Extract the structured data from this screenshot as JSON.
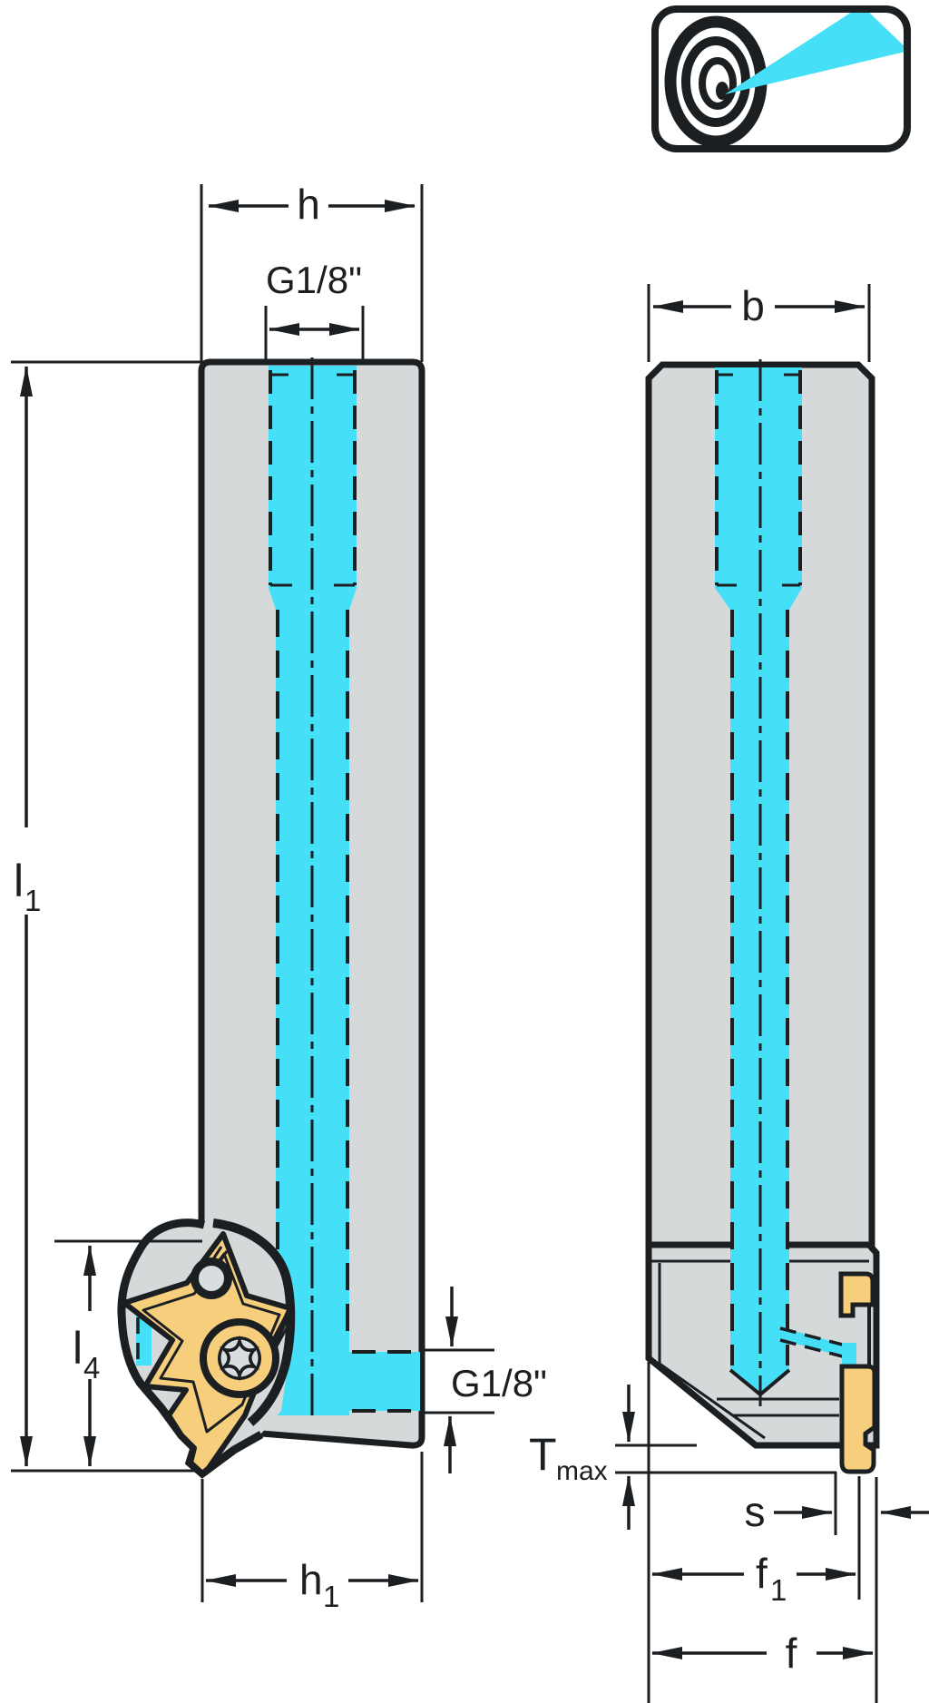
{
  "colors": {
    "ink": "#1b1f22",
    "body_grey": "#d5d9d9",
    "coolant_cyan": "#45dff7",
    "insert_gold": "#f6ce7c",
    "screw_grey": "#d7dde0",
    "background": "#ffffff"
  },
  "logo": {
    "icon": "precision-coolant-target-icon"
  },
  "front_view": {
    "dim_h": "h",
    "dim_thread_top": "G1/8\"",
    "dim_l1_base": "l",
    "dim_l1_sub": "1",
    "dim_l4_base": "l",
    "dim_l4_sub": "4",
    "dim_port_bottom": "G1/8\"",
    "dim_h1_base": "h",
    "dim_h1_sub": "1"
  },
  "side_view": {
    "dim_b": "b",
    "dim_tmax_base": "T",
    "dim_tmax_sub": "max",
    "dim_s": "s",
    "dim_f1_base": "f",
    "dim_f1_sub": "1",
    "dim_f": "f"
  }
}
